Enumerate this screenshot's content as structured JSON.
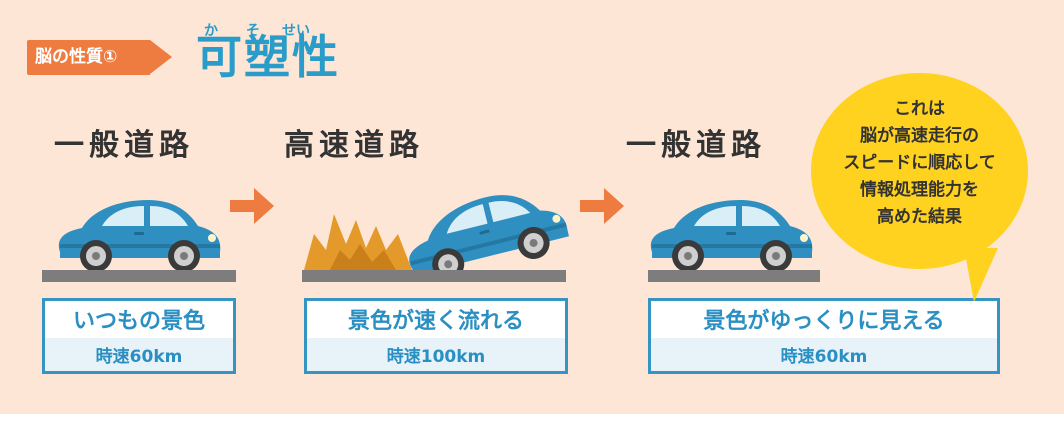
{
  "header": {
    "tag_label": "脳の性質①",
    "title": "可塑性",
    "ruby": [
      "か",
      "そ",
      "せい"
    ]
  },
  "stages": [
    {
      "road": "一般道路",
      "caption": "いつもの景色",
      "speed": "時速60km"
    },
    {
      "road": "高速道路",
      "caption": "景色が速く流れる",
      "speed": "時速100km"
    },
    {
      "road": "一般道路",
      "caption": "景色がゆっくりに見える",
      "speed": "時速60km"
    }
  ],
  "bubble": {
    "lines": [
      "これは",
      "脳が高速走行の",
      "スピードに順応して",
      "情報処理能力を",
      "高めた結果"
    ]
  },
  "colors": {
    "background": "#fde6d5",
    "accent_orange": "#ee7b40",
    "title_blue": "#2a9cc9",
    "car_blue": "#2e8fc0",
    "bubble_yellow": "#ffd21f",
    "ground_gray": "#7d7d7d",
    "flame": "#e39a2a"
  }
}
